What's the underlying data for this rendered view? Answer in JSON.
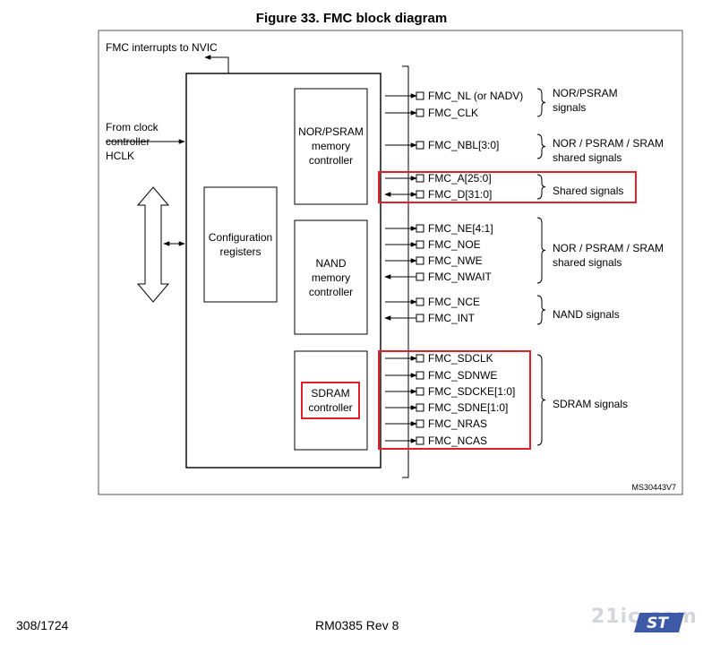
{
  "figure": {
    "title": "Figure 33. FMC block diagram",
    "ref": "MS30443V7"
  },
  "labels": {
    "interrupts": "FMC interrupts to NVIC",
    "clock_lines": [
      "From clock",
      "controller",
      "HCLK"
    ],
    "config_registers": [
      "Configuration",
      "registers"
    ],
    "nor_controller": [
      "NOR/PSRAM",
      "memory",
      "controller"
    ],
    "nand_controller": [
      "NAND",
      "memory",
      "controller"
    ],
    "sdram_controller": [
      "SDRAM",
      "controller"
    ]
  },
  "signals": [
    {
      "name": "FMC_NL (or NADV)",
      "dir": "out"
    },
    {
      "name": "FMC_CLK",
      "dir": "out"
    },
    {
      "name": "FMC_NBL[3:0]",
      "dir": "out"
    },
    {
      "name": "FMC_A[25:0]",
      "dir": "out"
    },
    {
      "name": "FMC_D[31:0]",
      "dir": "bidir"
    },
    {
      "name": "FMC_NE[4:1]",
      "dir": "out"
    },
    {
      "name": "FMC_NOE",
      "dir": "out"
    },
    {
      "name": "FMC_NWE",
      "dir": "out"
    },
    {
      "name": "FMC_NWAIT",
      "dir": "in"
    },
    {
      "name": "FMC_NCE",
      "dir": "out"
    },
    {
      "name": "FMC_INT",
      "dir": "in"
    },
    {
      "name": "FMC_SDCLK",
      "dir": "out"
    },
    {
      "name": "FMC_SDNWE",
      "dir": "out"
    },
    {
      "name": "FMC_SDCKE[1:0]",
      "dir": "out"
    },
    {
      "name": "FMC_SDNE[1:0]",
      "dir": "out"
    },
    {
      "name": "FMC_NRAS",
      "dir": "out"
    },
    {
      "name": "FMC_NCAS",
      "dir": "out"
    }
  ],
  "groups": [
    {
      "lines": [
        "NOR/PSRAM",
        "signals"
      ]
    },
    {
      "lines": [
        "NOR / PSRAM / SRAM",
        "shared signals"
      ]
    },
    {
      "lines": [
        "Shared signals"
      ]
    },
    {
      "lines": [
        "NOR / PSRAM / SRAM",
        "shared signals"
      ]
    },
    {
      "lines": [
        "NAND signals"
      ]
    },
    {
      "lines": [
        "SDRAM signals"
      ]
    }
  ],
  "highlight_color": "#e0202a",
  "footer": {
    "page": "308/1724",
    "doc": "RM0385 Rev 8",
    "watermark": "21ic.com"
  }
}
